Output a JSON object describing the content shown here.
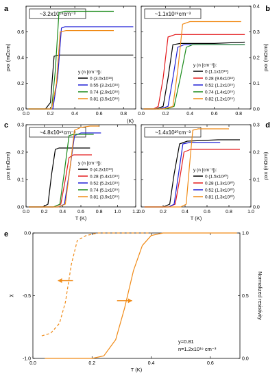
{
  "colors": {
    "black": "#000000",
    "red": "#e41a1c",
    "blue": "#1f1fd6",
    "green": "#1a8a1a",
    "orange": "#f08a16"
  },
  "chart_data": [
    {
      "id": "a",
      "panel_label": "a",
      "type": "line",
      "box_label": "~3.2x10¹⁸cm⁻³",
      "xlabel": "",
      "ylabel": "ρxx (mΩcm)",
      "yaxis_side": "left",
      "xlim": [
        0,
        0.9
      ],
      "ylim": [
        0,
        0.8
      ],
      "xticks": [
        0.0,
        0.2,
        0.4,
        0.6,
        0.8
      ],
      "xtick_labels": [
        "0.0",
        "0.2",
        "0.4",
        "0.6",
        "0.8"
      ],
      "yticks": [
        0.0,
        0.2,
        0.4,
        0.6
      ],
      "ytick_labels": [
        "0.0",
        "0.2",
        "0.4",
        "0.6"
      ],
      "legend_title": "y (n [cm⁻³]):",
      "legend_position": "lower-right",
      "series": [
        {
          "name": "0 (3.0x10¹⁸)",
          "color": "black",
          "x": [
            0.02,
            0.1,
            0.16,
            0.2,
            0.23,
            0.27,
            0.5,
            0.88
          ],
          "y": [
            0.0,
            0.0,
            0.0,
            0.05,
            0.41,
            0.42,
            0.42,
            0.42
          ]
        },
        {
          "name": "0.55 (3.2x10¹⁸)",
          "color": "blue",
          "x": [
            0.02,
            0.15,
            0.22,
            0.26,
            0.29,
            0.32,
            0.6,
            0.88
          ],
          "y": [
            0.0,
            0.0,
            0.0,
            0.25,
            0.63,
            0.64,
            0.64,
            0.64
          ]
        },
        {
          "name": "0.74 (2.9x10¹⁸)",
          "color": "green",
          "x": [
            0.02,
            0.15,
            0.21,
            0.24,
            0.27,
            0.32,
            0.55,
            0.72
          ],
          "y": [
            0.0,
            0.0,
            0.0,
            0.3,
            0.75,
            0.76,
            0.76,
            0.76
          ]
        },
        {
          "name": "0.81 (3.5x10¹⁸)",
          "color": "orange",
          "x": [
            0.02,
            0.15,
            0.21,
            0.25,
            0.28,
            0.33,
            0.55,
            0.72
          ],
          "y": [
            0.0,
            0.0,
            0.0,
            0.2,
            0.6,
            0.61,
            0.61,
            0.61
          ]
        }
      ]
    },
    {
      "id": "b",
      "panel_label": "b",
      "type": "line",
      "box_label": "~1.1x10¹⁹cm⁻³",
      "xlabel": "",
      "ylabel": "ρxx (mΩcm)",
      "yaxis_side": "right",
      "xlim": [
        0,
        0.9
      ],
      "ylim": [
        0,
        0.4
      ],
      "xticks": [
        0.0,
        0.2,
        0.4,
        0.6,
        0.8
      ],
      "xtick_labels": [
        "0.0",
        "0.2",
        "0.4",
        "0.6",
        "0.8"
      ],
      "yticks": [
        0.0,
        0.1,
        0.2,
        0.3,
        0.4
      ],
      "ytick_labels": [
        "0.0",
        "0.1",
        "0.2",
        "0.3",
        "0.4"
      ],
      "legend_title": "y (n [cm⁻³]):",
      "legend_position": "lower-right",
      "series": [
        {
          "name": "0 (1.1x10¹⁹)",
          "color": "black",
          "x": [
            0.02,
            0.12,
            0.18,
            0.22,
            0.26,
            0.32,
            0.6,
            0.85
          ],
          "y": [
            0.0,
            0.0,
            0.01,
            0.12,
            0.25,
            0.255,
            0.255,
            0.26
          ]
        },
        {
          "name": "0.28 (9.6x10¹⁸)",
          "color": "red",
          "x": [
            0.02,
            0.1,
            0.14,
            0.18,
            0.22,
            0.28,
            0.6,
            0.85
          ],
          "y": [
            0.0,
            0.0,
            0.01,
            0.12,
            0.28,
            0.29,
            0.29,
            0.29
          ]
        },
        {
          "name": "0.52 (1.2x10¹⁹)",
          "color": "blue",
          "x": [
            0.02,
            0.15,
            0.22,
            0.26,
            0.3,
            0.35,
            0.6,
            0.85
          ],
          "y": [
            0.0,
            0.0,
            0.01,
            0.12,
            0.24,
            0.25,
            0.25,
            0.25
          ]
        },
        {
          "name": "0.74 (1.4x10¹⁹)",
          "color": "green",
          "x": [
            0.02,
            0.2,
            0.27,
            0.32,
            0.37,
            0.42,
            0.6,
            0.85
          ],
          "y": [
            0.0,
            0.0,
            0.01,
            0.12,
            0.24,
            0.25,
            0.25,
            0.25
          ]
        },
        {
          "name": "0.82 (1.2x10¹⁹)",
          "color": "orange",
          "x": [
            0.02,
            0.18,
            0.26,
            0.3,
            0.34,
            0.4,
            0.6,
            0.82
          ],
          "y": [
            0.0,
            0.0,
            0.01,
            0.15,
            0.33,
            0.34,
            0.34,
            0.34
          ]
        }
      ]
    },
    {
      "id": "c",
      "panel_label": "c",
      "type": "line",
      "box_label": "~4.8x10¹⁹cm⁻³",
      "xlabel": "T (K)",
      "ylabel": "ρxx (mΩcm)",
      "yaxis_side": "left",
      "top_axis_label": "(K)",
      "xlim": [
        0,
        1.2
      ],
      "ylim": [
        0,
        0.3
      ],
      "xticks": [
        0.0,
        0.2,
        0.4,
        0.6,
        0.8,
        1.0,
        1.2
      ],
      "xtick_labels": [
        "0.0",
        "0.2",
        "0.4",
        "0.6",
        "0.8",
        "1.0",
        "1.2"
      ],
      "yticks": [
        0.0,
        0.1,
        0.2,
        0.3
      ],
      "ytick_labels": [
        "0.0",
        "0.1",
        "0.2",
        "0.3"
      ],
      "legend_title": "y (n [cm⁻³]):",
      "legend_position": "lower-right",
      "series": [
        {
          "name": "0 (4.2x10¹⁹)",
          "color": "black",
          "x": [
            0.03,
            0.18,
            0.24,
            0.28,
            0.32,
            0.36,
            0.55,
            0.7
          ],
          "y": [
            0.0,
            0.0,
            0.01,
            0.12,
            0.21,
            0.215,
            0.215,
            0.215
          ]
        },
        {
          "name": "0.28 (5.4x10¹⁹)",
          "color": "red",
          "x": [
            0.03,
            0.3,
            0.38,
            0.43,
            0.47,
            0.52,
            0.62,
            0.72
          ],
          "y": [
            0.0,
            0.0,
            0.01,
            0.1,
            0.18,
            0.19,
            0.19,
            0.19
          ]
        },
        {
          "name": "0.52 (5.2x10¹⁹)",
          "color": "blue",
          "x": [
            0.03,
            0.35,
            0.42,
            0.48,
            0.53,
            0.6,
            0.7,
            0.82
          ],
          "y": [
            0.0,
            0.0,
            0.01,
            0.14,
            0.26,
            0.27,
            0.27,
            0.27
          ]
        },
        {
          "name": "0.74 (5.1x10¹⁹)",
          "color": "green",
          "x": [
            0.03,
            0.3,
            0.37,
            0.42,
            0.47,
            0.52,
            0.62,
            0.74
          ],
          "y": [
            0.0,
            0.0,
            0.01,
            0.13,
            0.26,
            0.265,
            0.265,
            0.265
          ]
        },
        {
          "name": "0.81 (3.9x10¹⁹)",
          "color": "orange",
          "x": [
            0.03,
            0.35,
            0.43,
            0.48,
            0.53,
            0.6,
            0.7,
            0.8
          ],
          "y": [
            0.0,
            0.0,
            0.01,
            0.14,
            0.28,
            0.29,
            0.295,
            0.295
          ]
        }
      ]
    },
    {
      "id": "d",
      "panel_label": "d",
      "type": "line",
      "box_label": "~1.4x10²⁰cm⁻³",
      "xlabel": "T (K)",
      "ylabel": "ρxx (mΩcm)",
      "yaxis_side": "right",
      "xlim": [
        0,
        1.0
      ],
      "ylim": [
        0,
        0.3
      ],
      "xticks": [
        0.0,
        0.2,
        0.4,
        0.6,
        0.8,
        1.0
      ],
      "xtick_labels": [
        "0.0",
        "0.2",
        "0.4",
        "0.6",
        "0.8",
        "1.0"
      ],
      "yticks": [
        0.0,
        0.1,
        0.2,
        0.3
      ],
      "ytick_labels": [
        "0.0",
        "0.1",
        "0.2",
        "0.3"
      ],
      "legend_title": "y (n [cm⁻³]):",
      "legend_position": "lower-right",
      "series": [
        {
          "name": "0 (1.5x10²⁰)",
          "color": "black",
          "x": [
            0.03,
            0.2,
            0.26,
            0.3,
            0.35,
            0.42,
            0.7,
            0.9
          ],
          "y": [
            0.0,
            0.0,
            0.01,
            0.12,
            0.23,
            0.24,
            0.245,
            0.245
          ]
        },
        {
          "name": "0.28 (1.3x10²⁰)",
          "color": "red",
          "x": [
            0.03,
            0.25,
            0.31,
            0.35,
            0.39,
            0.45,
            0.7,
            0.9
          ],
          "y": [
            0.0,
            0.0,
            0.01,
            0.1,
            0.2,
            0.21,
            0.21,
            0.21
          ]
        },
        {
          "name": "0.52 (1.3x10²⁰)",
          "color": "blue",
          "x": [
            0.03,
            0.25,
            0.3,
            0.34,
            0.38,
            0.44,
            0.6,
            0.72
          ],
          "y": [
            0.0,
            0.0,
            0.01,
            0.12,
            0.23,
            0.235,
            0.235,
            0.235
          ]
        },
        {
          "name": "0.81 (1.3x10²⁰)",
          "color": "orange",
          "x": [
            0.03,
            0.36,
            0.41,
            0.44,
            0.47,
            0.52,
            0.65,
            0.8
          ],
          "y": [
            0.0,
            0.0,
            0.01,
            0.15,
            0.28,
            0.285,
            0.285,
            0.285
          ]
        }
      ]
    },
    {
      "id": "e",
      "panel_label": "e",
      "type": "line",
      "xlabel": "T (K)",
      "ylabel": "χ",
      "ylabel_right": "Normalized resistivity",
      "xlim": [
        0,
        0.7
      ],
      "ylim": [
        -1.0,
        0.0
      ],
      "ylim_right": [
        0.0,
        1.0
      ],
      "xticks": [
        0.0,
        0.2,
        0.4,
        0.6
      ],
      "xtick_labels": [
        "0.0",
        "0.2",
        "0.4",
        "0.6"
      ],
      "yticks": [
        -1.0,
        -0.5,
        0.0
      ],
      "ytick_labels": [
        "-1.0",
        "-0.5",
        "0.0"
      ],
      "yticks_right": [
        0.0,
        0.5,
        1.0
      ],
      "ytick_labels_right": [
        "0.0",
        "0.5",
        "1.0"
      ],
      "annotation_lines": [
        "y=0.81",
        "n=1.2x10¹⁹ cm⁻³"
      ],
      "series": [
        {
          "role": "susceptibility",
          "axis": "left",
          "dashed": true,
          "color": "orange",
          "x": [
            0.03,
            0.06,
            0.09,
            0.11,
            0.13,
            0.15,
            0.18,
            0.22,
            0.3,
            0.4
          ],
          "y": [
            -0.82,
            -0.8,
            -0.72,
            -0.55,
            -0.25,
            -0.06,
            -0.02,
            0.0,
            0.0,
            0.0
          ]
        },
        {
          "role": "resistivity",
          "axis": "right",
          "dashed": false,
          "color": "orange",
          "x": [
            0.04,
            0.1,
            0.2,
            0.24,
            0.28,
            0.31,
            0.34,
            0.37,
            0.4,
            0.44,
            0.55,
            0.69
          ],
          "y": [
            0.0,
            0.0,
            0.0,
            0.02,
            0.15,
            0.4,
            0.7,
            0.9,
            0.98,
            1.0,
            1.0,
            1.0
          ]
        }
      ],
      "arrows": [
        {
          "direction": "left",
          "x": 0.11,
          "y": -0.38,
          "axis": "left"
        },
        {
          "direction": "right",
          "x": 0.31,
          "y": 0.46,
          "axis": "right"
        }
      ]
    }
  ]
}
